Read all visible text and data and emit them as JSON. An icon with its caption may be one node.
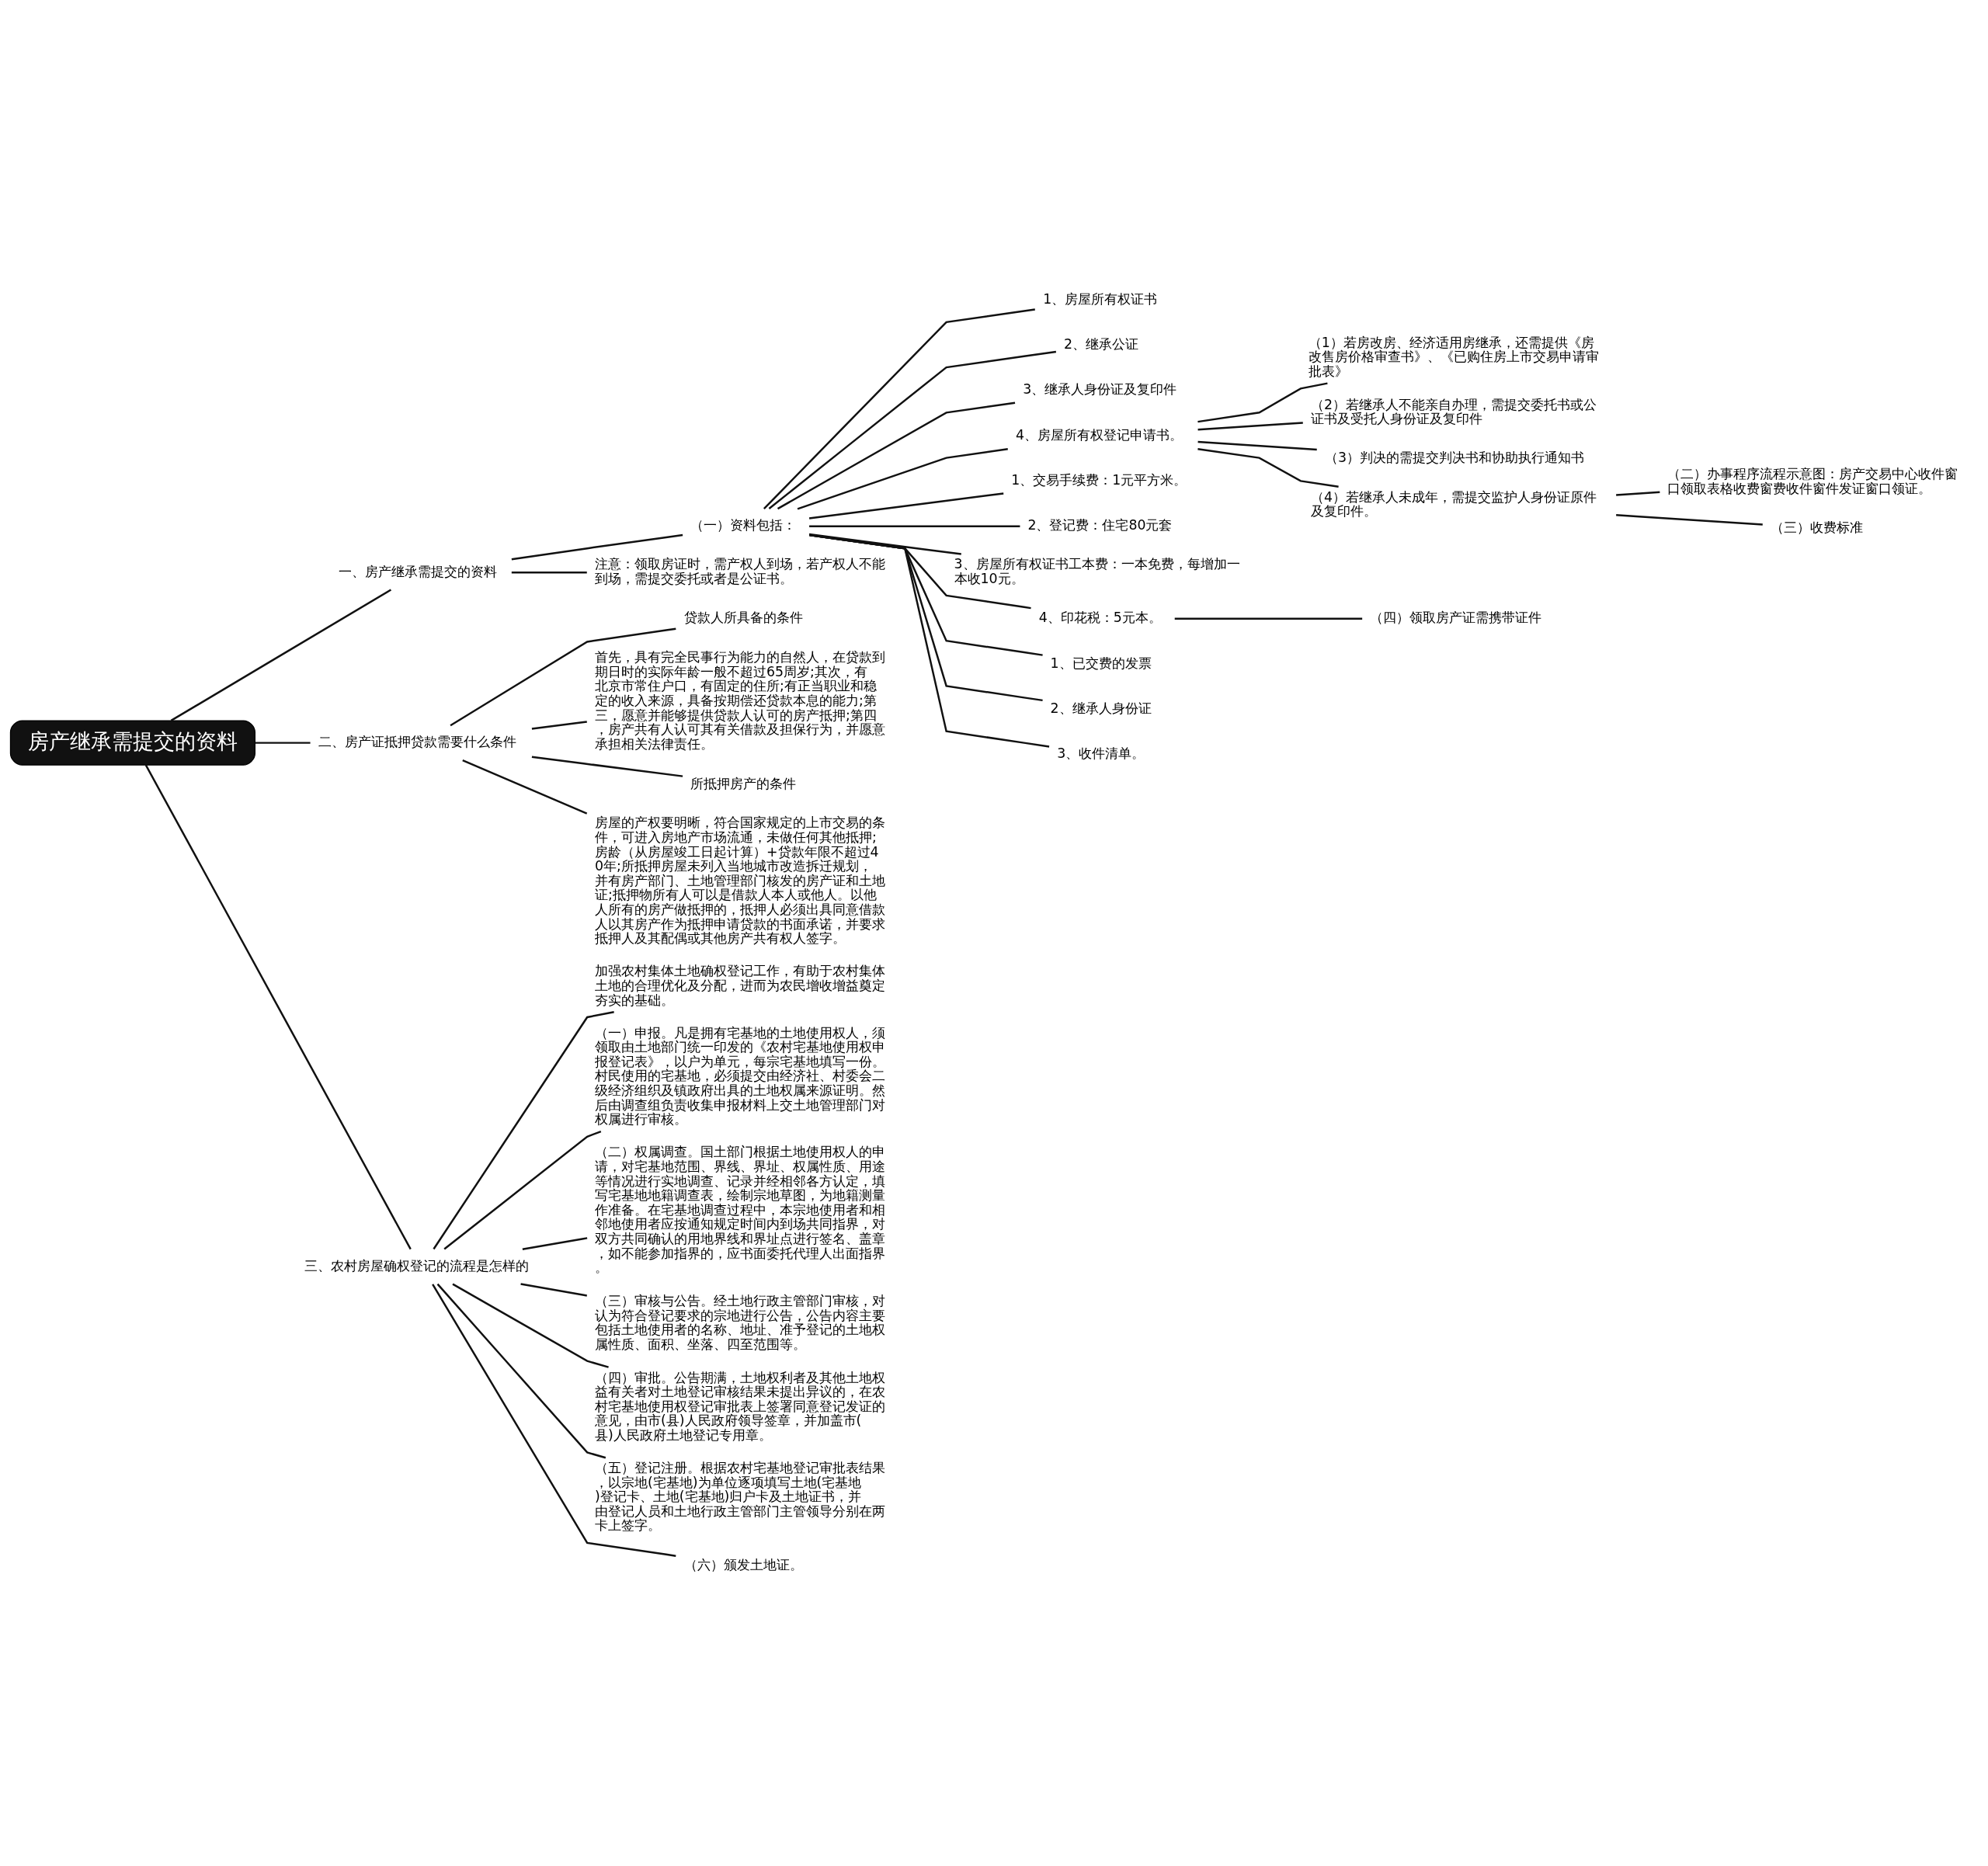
{
  "diagram": {
    "nodes": [
      {
        "text": [
          "房产继承需提交的资料"
        ]
      },
      {
        "text": [
          "一、房产继承需提交的资料"
        ]
      },
      {
        "text": [
          "（一）资料包括："
        ]
      },
      {
        "text": [
          "1、房屋所有权证书"
        ]
      },
      {
        "text": [
          "2、继承公证"
        ]
      },
      {
        "text": [
          "3、继承人身份证及复印件"
        ]
      },
      {
        "text": [
          "4、房屋所有权登记申请书。"
        ]
      },
      {
        "text": [
          "（1）若房改房、经济适用房继承，还需提供《房改售房价格审查书》、《已购住房上市交易申请审批表》"
        ]
      },
      {
        "text": [
          "（2）若继承人不能亲自办理，需提交委托书或公证书及受托人身份证及复印件"
        ]
      },
      {
        "text": [
          "（3）判决的需提交判决书和协助执行通知书"
        ]
      },
      {
        "text": [
          "（4）若继承人未成年，需提交监护人身份证原件及复印件。"
        ]
      },
      {
        "text": [
          "（二）办事程序流程示意图：房产交易中心收件窗口领取表格收费窗费收件窗件发证窗口领证。"
        ]
      },
      {
        "text": [
          "（三）收费标准"
        ]
      },
      {
        "text": [
          "1、交易手续费：1元平方米。"
        ]
      },
      {
        "text": [
          "2、登记费：住宅80元套"
        ]
      },
      {
        "text": [
          "3、房屋所有权证书工本费：一本免费，每增加一本收10元。"
        ]
      },
      {
        "text": [
          "4、印花税：5元本。"
        ]
      },
      {
        "text": [
          "（四）领取房产证需携带证件"
        ]
      },
      {
        "text": [
          "1、已交费的发票"
        ]
      },
      {
        "text": [
          "2、继承人身份证"
        ]
      },
      {
        "text": [
          "3、收件清单。"
        ]
      },
      {
        "text": [
          "注意：领取房证时，需产权人到场，若产权人不能到场，需提交委托或者是公证书。"
        ]
      },
      {
        "text": [
          "二、房产证抵押贷款需要什么条件"
        ]
      },
      {
        "text": [
          "贷款人所具备的条件"
        ]
      },
      {
        "text": [
          "首先，具有完全民事行为能力的自然人，在贷款到期日时的实际年龄一般不超过65周岁;其次，有北京市常住户口，有固定的住所;有正当职业和稳定的收入来源，具备按期偿还贷款本息的能力;第三，愿意并能够提供贷款人认可的房产抵押;第四，房产共有人认可其有关借款及担保行为，并愿意承担相关法律责任。"
        ]
      },
      {
        "text": [
          "所抵押房产的条件"
        ]
      },
      {
        "text": [
          "房屋的产权要明晰，符合国家规定的上市交易的条件，可进入房地产市场流通，未做任何其他抵押;房龄（从房屋竣工日起计算）+贷款年限不超过40年;所抵押房屋未列入当地城市改造拆迁规划，并有房产部门、土地管理部门核发的房产证和土地证;抵押物所有人可以是借款人本人或他人。以他人所有的房产做抵押的，抵押人必须出具同意借款人以其房产作为抵押申请贷款的书面承诺，并要求抵押人及其配偶或其他房产共有权人签字。"
        ]
      },
      {
        "text": [
          "三、农村房屋确权登记的流程是怎样的"
        ]
      },
      {
        "text": [
          "加强农村集体土地确权登记工作，有助于农村集体土地的合理优化及分配，进而为农民增收增益奠定夯实的基础。"
        ]
      },
      {
        "text": [
          "（一）申报。凡是拥有宅基地的土地使用权人，须领取由土地部门统一印发的《农村宅基地使用权申报登记表》，以户为单元，每宗宅基地填写一份。村民使用的宅基地，必须提交由经济社、村委会二级经济组织及镇政府出具的土地权属来源证明。然后由调查组负责收集申报材料上交土地管理部门对权属进行审核。"
        ]
      },
      {
        "text": [
          "（二）权属调查。国土部门根据土地使用权人的申请，对宅基地范围、界线、界址、权属性质、用途等情况进行实地调查、记录并经相邻各方认定，填写宅基地地籍调查表，绘制宗地草图，为地籍测量作准备。在宅基地调查过程中，本宗地使用者和相邻地使用者应按通知规定时间内到场共同指界，对双方共同确认的用地界线和界址点进行签名、盖章，如不能参加指界的，应书面委托代理人出面指界。"
        ]
      },
      {
        "text": [
          "（三）审核与公告。经土地行政主管部门审核，对认为符合登记要求的宗地进行公告，公告内容主要包括土地使用者的名称、地址、准予登记的土地权属性质、面积、坐落、四至范围等。"
        ]
      },
      {
        "text": [
          "（四）审批。公告期满，土地权利者及其他土地权益有关者对土地登记审核结果未提出异议的，在农村宅基地使用权登记审批表上签署同意登记发证的意见，由市(县)人民政府领导签章，并加盖市(县)人民政府土地登记专用章。"
        ]
      },
      {
        "text": [
          "（五）登记注册。根据农村宅基地登记审批表结果，以宗地(宅基地)为单位逐项填写土地(宅基地)登记卡、土地(宅基地)归户卡及土地证书，并由登记人员和土地行政主管部门主管领导分别在两卡上签字。"
        ]
      },
      {
        "text": [
          "（六）颁发土地证。"
        ]
      }
    ],
    "edges": [
      {
        "from": 0,
        "to": 1,
        "arrow": "none"
      },
      {
        "from": 0,
        "to": 22,
        "arrow": "none"
      },
      {
        "from": 0,
        "to": 27,
        "arrow": "none"
      },
      {
        "from": 1,
        "to": 2,
        "arrow": "none"
      },
      {
        "from": 1,
        "to": 21,
        "arrow": "none"
      },
      {
        "from": 2,
        "to": 3,
        "arrow": "none"
      },
      {
        "from": 2,
        "to": 4,
        "arrow": "none"
      },
      {
        "from": 2,
        "to": 5,
        "arrow": "none"
      },
      {
        "from": 2,
        "to": 6,
        "arrow": "none"
      },
      {
        "from": 6,
        "to": 7,
        "arrow": "none"
      },
      {
        "from": 6,
        "to": 8,
        "arrow": "none"
      },
      {
        "from": 6,
        "to": 9,
        "arrow": "none"
      },
      {
        "from": 6,
        "to": 10,
        "arrow": "none"
      },
      {
        "from": 10,
        "to": 11,
        "arrow": "none"
      },
      {
        "from": 10,
        "to": 12,
        "arrow": "none"
      },
      {
        "from": 2,
        "to": 13,
        "arrow": "none"
      },
      {
        "from": 2,
        "to": 14,
        "arrow": "none"
      },
      {
        "from": 2,
        "to": 15,
        "arrow": "none"
      },
      {
        "from": 2,
        "to": 16,
        "arrow": "none"
      },
      {
        "from": 16,
        "to": 17,
        "arrow": "none"
      },
      {
        "from": 2,
        "to": 18,
        "arrow": "none"
      },
      {
        "from": 2,
        "to": 19,
        "arrow": "none"
      },
      {
        "from": 2,
        "to": 20,
        "arrow": "none"
      },
      {
        "from": 22,
        "to": 23,
        "arrow": "none"
      },
      {
        "from": 22,
        "to": 24,
        "arrow": "none"
      },
      {
        "from": 22,
        "to": 25,
        "arrow": "none"
      },
      {
        "from": 22,
        "to": 26,
        "arrow": "none"
      },
      {
        "from": 27,
        "to": 28,
        "arrow": "none"
      },
      {
        "from": 27,
        "to": 29,
        "arrow": "none"
      },
      {
        "from": 27,
        "to": 30,
        "arrow": "none"
      },
      {
        "from": 27,
        "to": 31,
        "arrow": "none"
      },
      {
        "from": 27,
        "to": 32,
        "arrow": "none"
      },
      {
        "from": 27,
        "to": 33,
        "arrow": "none"
      },
      {
        "from": 27,
        "to": 34,
        "arrow": "none"
      }
    ]
  }
}
